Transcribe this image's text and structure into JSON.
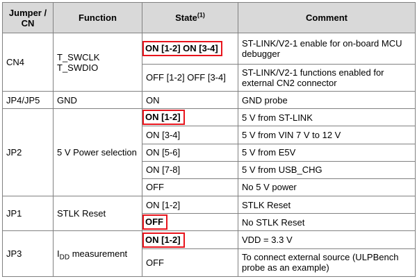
{
  "header": {
    "jumper": "Jumper /\nCN",
    "function": "Function",
    "state": "State",
    "state_note": "(1)",
    "comment": "Comment"
  },
  "rows": [
    {
      "jumper": "CN4",
      "function_line1": "T_SWCLK",
      "function_line2": "T_SWDIO",
      "state": "ON [1-2] ON [3-4]",
      "highlight": true,
      "comment": "ST-LINK/V2-1 enable for on-board MCU debugger"
    },
    {
      "state": "OFF [1-2] OFF [3-4]",
      "highlight": false,
      "comment": "ST-LINK/V2-1 functions enabled for external CN2 connector"
    },
    {
      "jumper": "JP4/JP5",
      "function": "GND",
      "state": "ON",
      "highlight": false,
      "comment": "GND probe"
    },
    {
      "jumper": "JP2",
      "function": "5 V Power selection",
      "state": "ON [1-2]",
      "highlight": true,
      "comment": "5 V from ST-LINK"
    },
    {
      "state": "ON [3-4]",
      "highlight": false,
      "comment": "5 V from VIN 7 V to 12 V"
    },
    {
      "state": "ON [5-6]",
      "highlight": false,
      "comment": "5 V from E5V"
    },
    {
      "state": "ON [7-8]",
      "highlight": false,
      "comment": "5 V from USB_CHG"
    },
    {
      "state": "OFF",
      "highlight": false,
      "comment": "No 5 V power"
    },
    {
      "jumper": "JP1",
      "function": "STLK Reset",
      "state": "ON [1-2]",
      "highlight": false,
      "comment": "STLK Reset"
    },
    {
      "state": "OFF",
      "highlight": true,
      "comment": "No STLK Reset"
    },
    {
      "jumper": "JP3",
      "function_prefix": "I",
      "function_sub": "DD",
      "function_suffix": " measurement",
      "state": "ON [1-2]",
      "highlight": true,
      "comment": "VDD = 3.3 V"
    },
    {
      "state": "OFF",
      "highlight": false,
      "comment": "To connect external source (ULPBench probe as an example)"
    }
  ],
  "colors": {
    "highlight_border": "#e8141c",
    "header_bg": "#d9d9d9",
    "grid": "#808080"
  }
}
